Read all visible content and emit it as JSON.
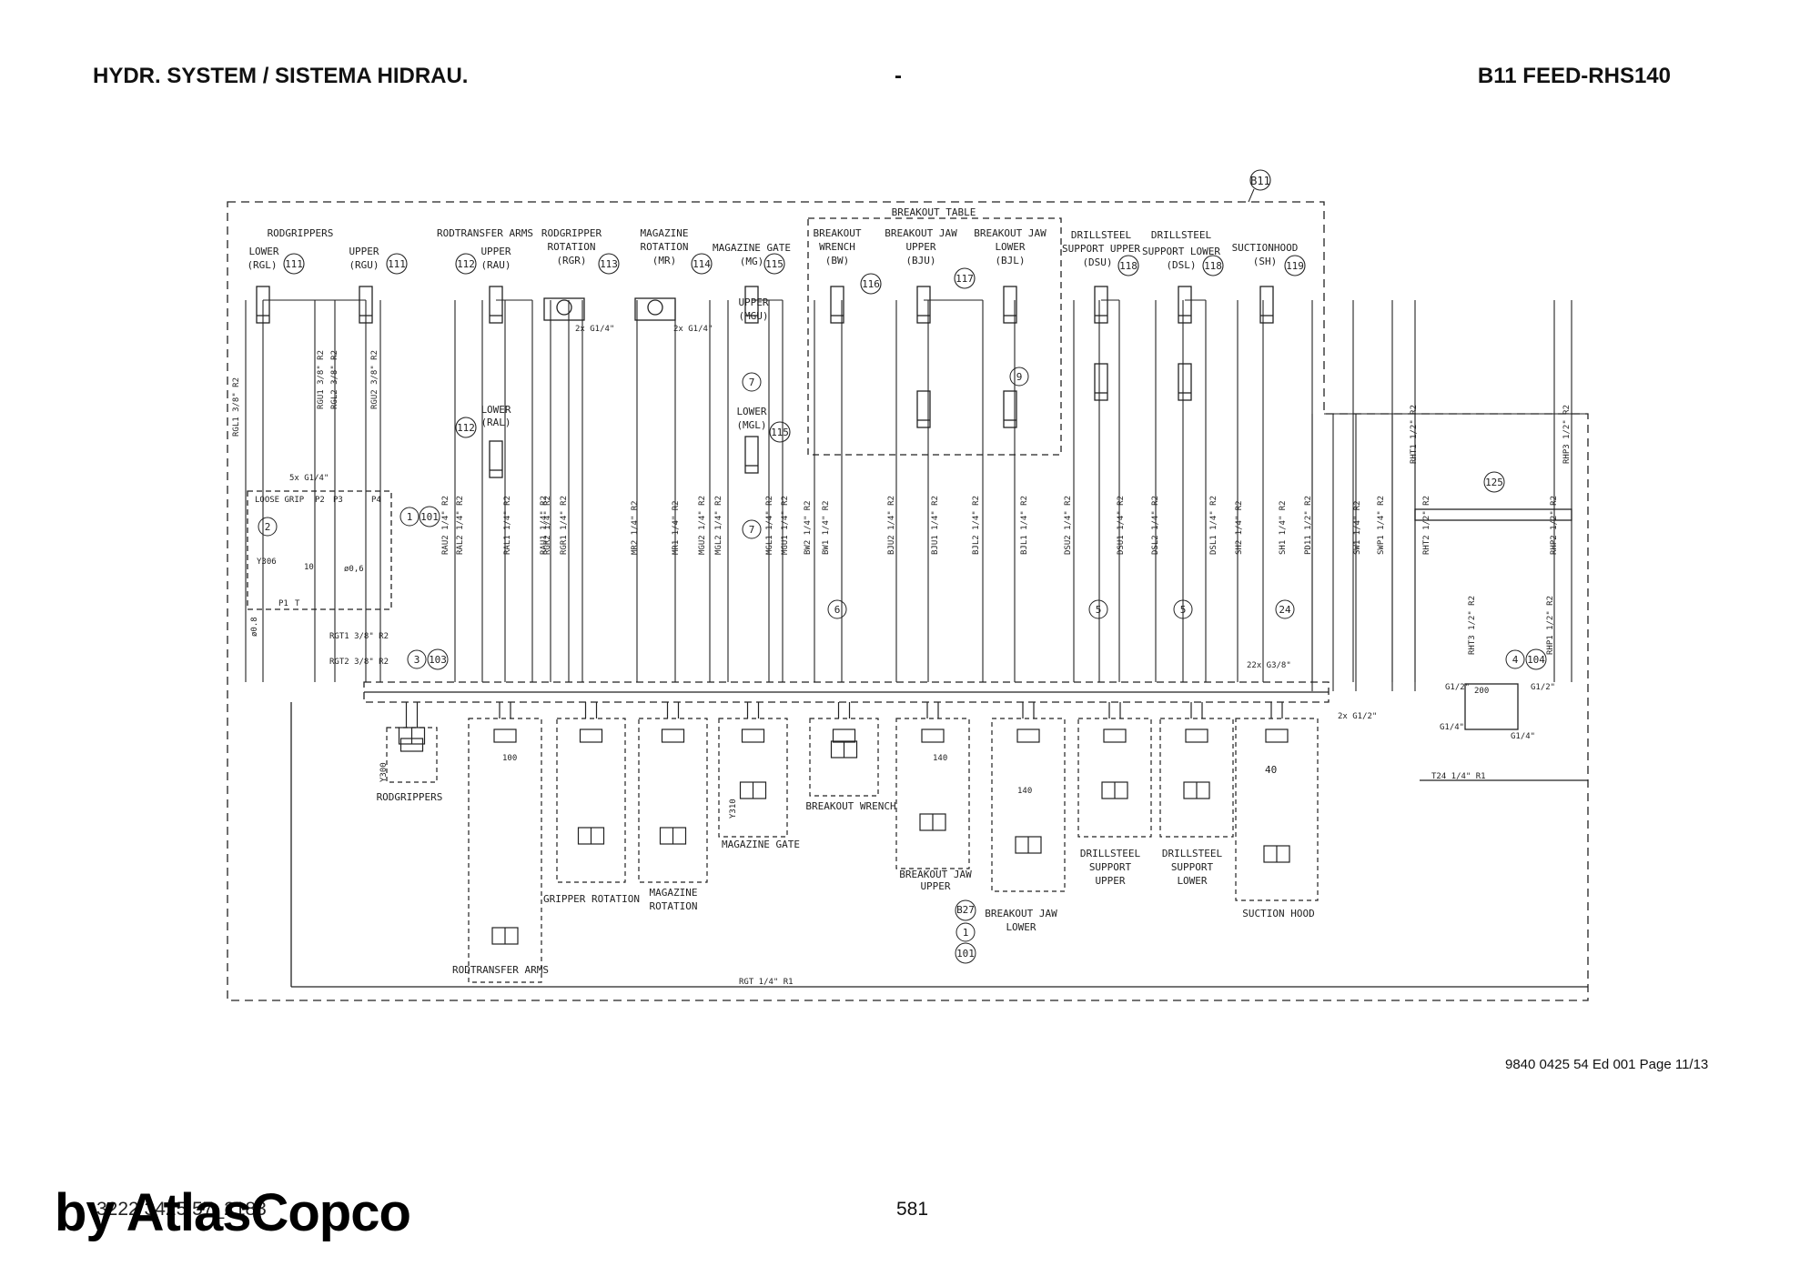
{
  "header": {
    "left": "HYDR. SYSTEM / SISTEMA HIDRAU.",
    "center": "-",
    "right": "B11 FEED-RHS140"
  },
  "footer": {
    "doc_ref": "9840 0425 54 Ed 001 Page 11/13",
    "page_number": "581",
    "part_number": "3222 3425 57_2183",
    "brand": "by AtlasCopco"
  },
  "diagram": {
    "frame_id": "B11",
    "breakout_table": "BREAKOUT TABLE",
    "functions": [
      {
        "key": "rodgrippers",
        "label": "RODGRIPPERS"
      },
      {
        "key": "rg_lower",
        "label": "LOWER",
        "code": "(RGL)",
        "ref": "111"
      },
      {
        "key": "rg_upper",
        "label": "UPPER",
        "code": "(RGU)",
        "ref": "111"
      },
      {
        "key": "rt_arms",
        "label": "RODTRANSFER ARMS"
      },
      {
        "key": "rt_upper",
        "label": "UPPER",
        "code": "(RAU)",
        "ref": "112"
      },
      {
        "key": "rt_lower",
        "label": "LOWER",
        "code": "(RAL)",
        "ref": "112"
      },
      {
        "key": "rgr_l1",
        "label": "RODGRIPPER"
      },
      {
        "key": "rgr_l2",
        "label": "ROTATION",
        "code": "(RGR)",
        "ref": "113"
      },
      {
        "key": "mag_l1",
        "label": "MAGAZINE"
      },
      {
        "key": "mag_l2",
        "label": "ROTATION",
        "code": "(MR)",
        "ref": "114"
      },
      {
        "key": "mg",
        "label": "MAGAZINE GATE",
        "code": "(MG)",
        "ref": "115"
      },
      {
        "key": "mg_upper",
        "label": "UPPER",
        "code": "(MGU)"
      },
      {
        "key": "mg_lower",
        "label": "LOWER",
        "code": "(MGL)",
        "ref": "115"
      },
      {
        "key": "bw_l1",
        "label": "BREAKOUT"
      },
      {
        "key": "bw_l2",
        "label": "WRENCH",
        "code": "(BW)",
        "ref": "116"
      },
      {
        "key": "bju_l1",
        "label": "BREAKOUT JAW"
      },
      {
        "key": "bju_l2",
        "label": "UPPER",
        "code": "(BJU)",
        "ref": "117"
      },
      {
        "key": "bjl_l1",
        "label": "BREAKOUT JAW"
      },
      {
        "key": "bjl_l2",
        "label": "LOWER",
        "code": "(BJL)"
      },
      {
        "key": "dsu_l1",
        "label": "DRILLSTEEL"
      },
      {
        "key": "dsu_l2",
        "label": "SUPPORT UPPER",
        "code": "(DSU)",
        "ref": "118"
      },
      {
        "key": "dsl_l1",
        "label": "DRILLSTEEL"
      },
      {
        "key": "dsl_l2",
        "label": "SUPPORT LOWER",
        "code": "(DSL)",
        "ref": "118"
      },
      {
        "key": "sh",
        "label": "SUCTIONHOOD",
        "code": "(SH)",
        "ref": "119"
      }
    ],
    "bottom_labels": {
      "rodgrippers": "RODGRIPPERS",
      "rodtransfer": "RODTRANSFER ARMS",
      "gripper_rotation": "GRIPPER ROTATION",
      "magazine_rotation_1": "MAGAZINE",
      "magazine_rotation_2": "ROTATION",
      "magazine_gate": "MAGAZINE GATE",
      "breakout_wrench": "BREAKOUT WRENCH",
      "bj_upper_1": "BREAKOUT JAW",
      "bj_upper_2": "UPPER",
      "bj_lower_1": "BREAKOUT JAW",
      "bj_lower_2": "LOWER",
      "dsu_1": "DRILLSTEEL",
      "dsu_2": "SUPPORT",
      "dsu_3": "UPPER",
      "dsl_1": "DRILLSTEEL",
      "dsl_2": "SUPPORT",
      "dsl_3": "LOWER",
      "suction_hood": "SUCTION HOOD"
    },
    "misc": {
      "loose_grip": "LOOSE GRIP",
      "p2": "P2",
      "p3": "P3",
      "p4": "P4",
      "p1": "P1",
      "t": "T",
      "fitting_5x": "5x G1/4\"",
      "fitting_2x_a": "2x G1/4\"",
      "fitting_2x_b": "2x G1/4\"",
      "fitting_22x": "22x G3/8\"",
      "fitting_2x_half": "2x G1/2\"",
      "rgt1": "RGT1  3/8\"  R2",
      "rgt2": "RGT2  3/8\"  R2",
      "t24": "T24  1/4\"  R1",
      "rgt_bottom": "RGT  1/4\"  R1",
      "y306": "Y306",
      "y300": "Y300",
      "y310": "Y310",
      "n100": "100",
      "n140a": "140",
      "n140b": "140",
      "n40": "40",
      "n200": "200",
      "n10": "10",
      "orifice_06": "ø0,6",
      "orifice_08": "ø0.8",
      "g12a": "G1/2\"",
      "g12b": "G1/2\"",
      "g14a": "G1/4\"",
      "g14b": "G1/4\"",
      "b27": "B27"
    },
    "callouts": [
      "2",
      "1",
      "101",
      "3",
      "103",
      "7",
      "7",
      "9",
      "6",
      "5",
      "5",
      "24",
      "125",
      "4",
      "104",
      "1",
      "101"
    ],
    "hose_labels": [
      "RGL1 3/8\" R2",
      "RGU1 3/8\" R2",
      "RGL2 3/8\" R2",
      "RGU2 3/8\" R2",
      "RAU2 1/4\" R2",
      "RAL2 1/4\" R2",
      "RAL1 1/4\" R2",
      "RAU1 1/4\" R2",
      "RGR2 1/4\" R2",
      "RGR1 1/4\" R2",
      "MR2 1/4\" R2",
      "MR1 1/4\" R2",
      "MGU2 1/4\" R2",
      "MGL2 1/4\" R2",
      "MGL1 1/4\" R2",
      "MGU1 1/4\" R2",
      "BW2 1/4\" R2",
      "BW1 1/4\" R2",
      "BJU2 1/4\" R2",
      "BJU1 1/4\" R2",
      "BJL2 1/4\" R2",
      "BJL1 1/4\" R2",
      "DSU2 1/4\" R2",
      "DSU1 1/4\" R2",
      "DSL2 1/4\" R2",
      "DSL1 1/4\" R2",
      "SH2 1/4\" R2",
      "SH1 1/4\" R2",
      "PD11 1/2\" R2",
      "SW1 1/4\" R2",
      "SWP1 1/4\" R2",
      "RHT1 1/2\" R2",
      "RHT2 1/2\" R2",
      "RHT3 1/2\" R2",
      "RHP1 1/2\" R2",
      "RHP2 1/2\" R2",
      "RHP3 1/2\" R2"
    ]
  }
}
